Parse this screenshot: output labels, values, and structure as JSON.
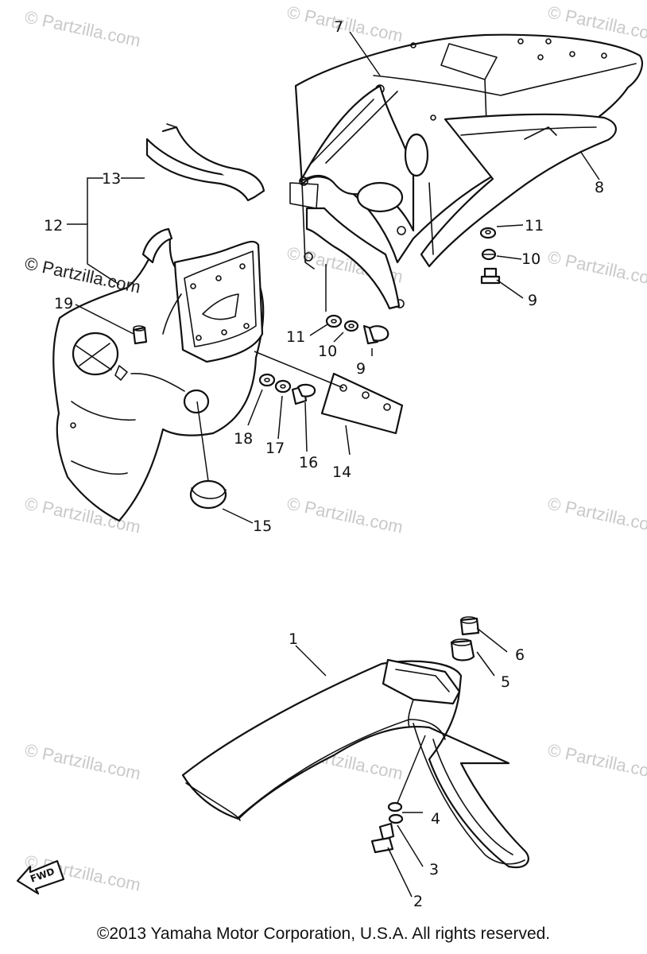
{
  "watermark": {
    "text": "© Partzilla.com",
    "tiles": [
      {
        "text": "© Partzilla.com"
      },
      {
        "text": "© Partzilla.com"
      },
      {
        "text": "© Partzilla.com"
      },
      {
        "text": "© Partzilla.com"
      },
      {
        "text": "© Partzilla.com"
      },
      {
        "text": "© Partzilla.com"
      },
      {
        "text": "© Partzilla.com"
      },
      {
        "text": "© Partzilla.com"
      },
      {
        "text": "© Partzilla.com"
      },
      {
        "text": "© Partzilla.com"
      },
      {
        "text": "© Partzilla.com"
      },
      {
        "text": "© Partzilla.com"
      }
    ],
    "dark_text": "© Partzilla.com"
  },
  "callouts": {
    "c1": "1",
    "c2": "2",
    "c3": "3",
    "c4": "4",
    "c5": "5",
    "c6": "6",
    "c7": "7",
    "c8": "8",
    "c9a": "9",
    "c9b": "9",
    "c10a": "10",
    "c10b": "10",
    "c11a": "11",
    "c11b": "11",
    "c12": "12",
    "c13": "13",
    "c14": "14",
    "c15": "15",
    "c16": "16",
    "c17": "17",
    "c18": "18",
    "c19": "19"
  },
  "fwd_label": "FWD",
  "copyright": "©2013 Yamaha Motor Corporation, U.S.A. All rights reserved."
}
